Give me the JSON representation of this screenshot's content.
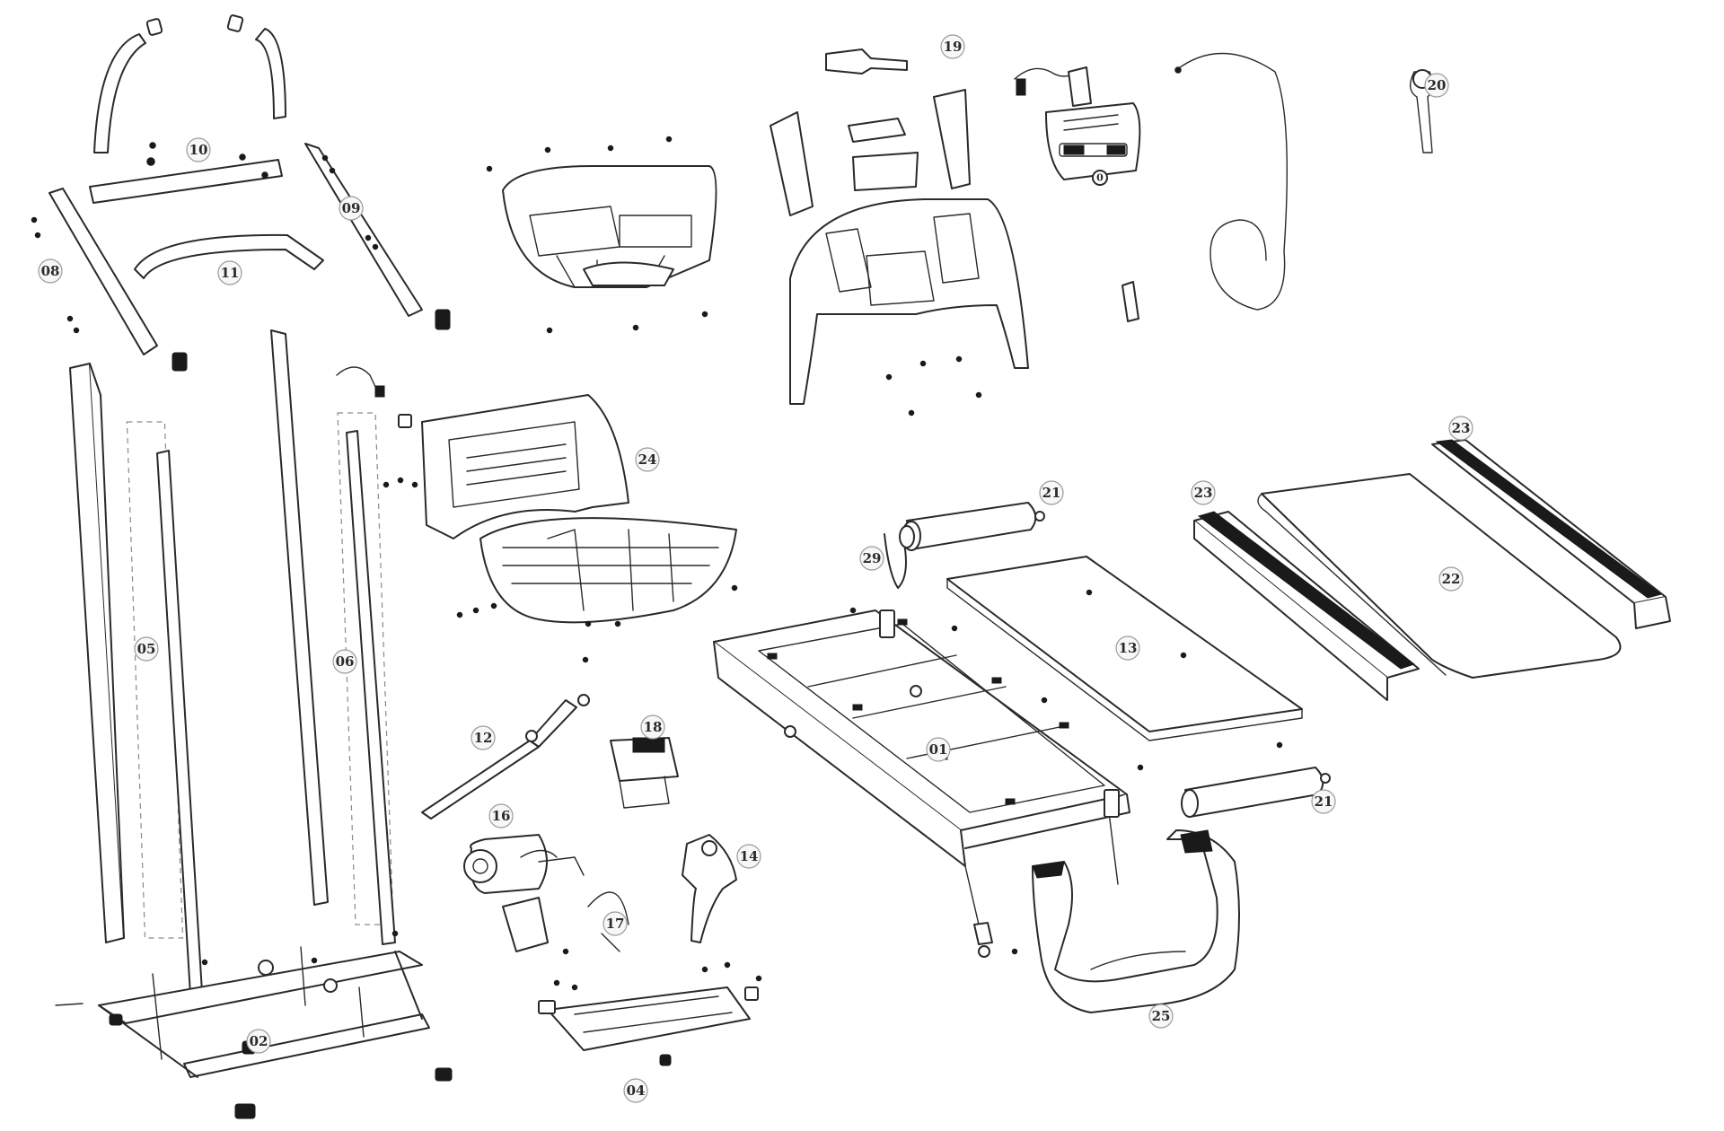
{
  "callouts": {
    "c01": "01",
    "c02": "02",
    "c04": "04",
    "c05": "05",
    "c06": "06",
    "c08": "08",
    "c09": "09",
    "c10": "10",
    "c11": "11",
    "c12": "12",
    "c13": "13",
    "c14": "14",
    "c16": "16",
    "c17": "17",
    "c18": "18",
    "c19": "19",
    "c20": "20",
    "c21a": "21",
    "c21b": "21",
    "c22": "22",
    "c23a": "23",
    "c23b": "23",
    "c24": "24",
    "c25": "25",
    "c29": "29"
  },
  "console_display_label": "0"
}
